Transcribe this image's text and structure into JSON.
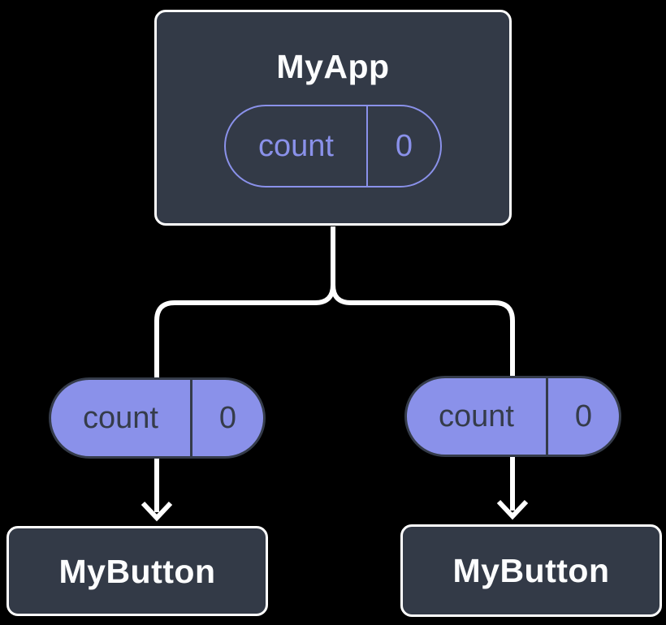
{
  "diagram": {
    "background": "#000000",
    "colors": {
      "node_fill": "#333A47",
      "node_border": "#FFFFFF",
      "accent_purple": "#8A91EA",
      "pill_dark_border": "#353C4A",
      "text_light": "#FCFDFE",
      "text_dark": "#353C4A",
      "connector": "#FFFFFF"
    },
    "root": {
      "name": "MyApp",
      "state_label": "count",
      "state_value": "0"
    },
    "children": [
      {
        "name": "MyButton",
        "prop_label": "count",
        "prop_value": "0"
      },
      {
        "name": "MyButton",
        "prop_label": "count",
        "prop_value": "0"
      }
    ]
  }
}
